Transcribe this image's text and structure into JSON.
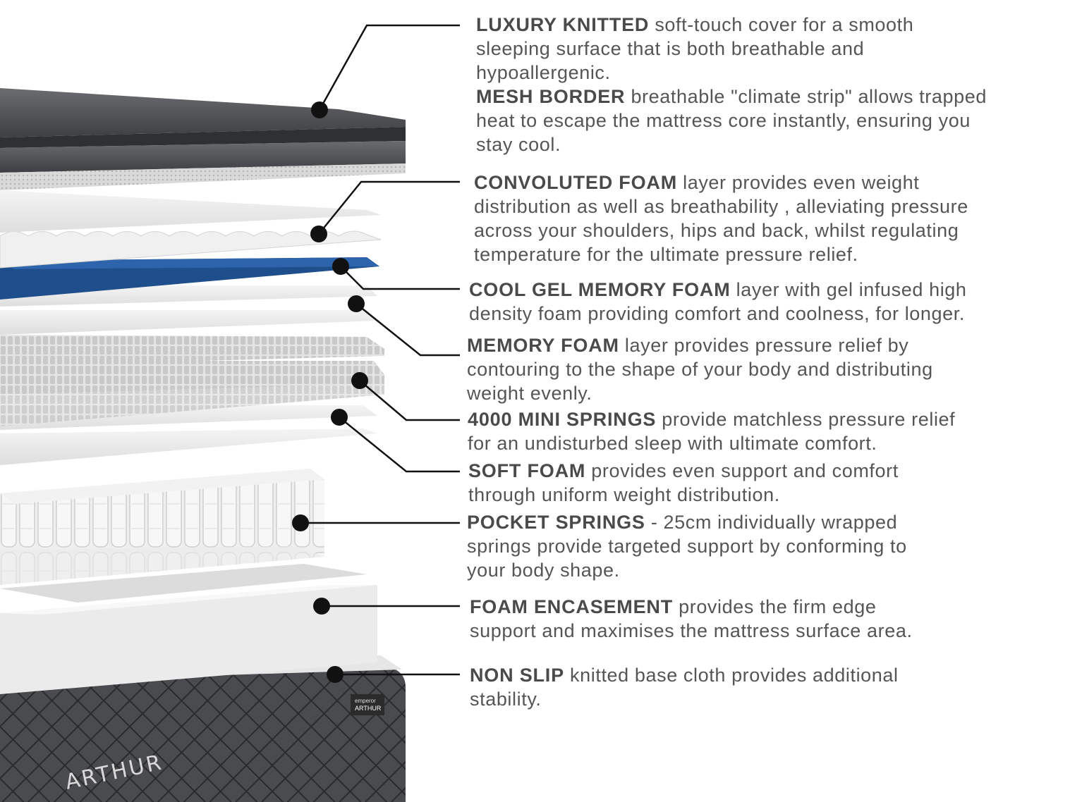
{
  "brand": {
    "base_name": "ARTHUR",
    "tag_top": "emperor",
    "tag_bottom": "ARTHUR"
  },
  "colors": {
    "text": "#555555",
    "heading": "#4a4a4a",
    "leader_line": "#111111",
    "gel_layer": "#1f4e8c",
    "cover_dark": "#3d3f42",
    "base_dark": "#4a4b4e"
  },
  "layers": [
    {
      "title": "LUXURY KNITTED",
      "lines": [
        "soft-touch cover for a smooth",
        "sleeping surface that is both breathable and",
        "hypoallergenic."
      ]
    },
    {
      "title": "MESH BORDER",
      "lines": [
        "breathable \"climate strip\" allows trapped",
        "heat to escape the mattress core instantly, ensuring you",
        "stay cool."
      ]
    },
    {
      "title": "CONVOLUTED FOAM",
      "lines": [
        "layer provides even weight",
        "distribution as well as breathability , alleviating pressure",
        "across your shoulders, hips and back, whilst regulating",
        "temperature for the ultimate pressure relief."
      ]
    },
    {
      "title": "COOL GEL MEMORY FOAM",
      "lines": [
        "layer with gel infused high",
        "density foam providing comfort and coolness, for longer."
      ]
    },
    {
      "title": "MEMORY FOAM",
      "lines": [
        "layer provides pressure relief by",
        "contouring to the shape of your body and distributing",
        "weight evenly."
      ]
    },
    {
      "title": "4000 MINI SPRINGS",
      "lines": [
        "provide matchless pressure relief",
        "for an undisturbed sleep with ultimate comfort."
      ]
    },
    {
      "title": "SOFT FOAM",
      "lines": [
        "provides even support and comfort",
        "through uniform weight distribution."
      ]
    },
    {
      "title": "POCKET SPRINGS",
      "lines": [
        "- 25cm individually wrapped",
        "springs provide targeted support by conforming to",
        "your body shape."
      ]
    },
    {
      "title": "FOAM ENCASEMENT",
      "lines": [
        "provides the firm edge",
        "support and maximises the mattress surface area."
      ]
    },
    {
      "title": "NON SLIP",
      "lines": [
        "knitted base cloth provides additional",
        "stability."
      ]
    }
  ]
}
